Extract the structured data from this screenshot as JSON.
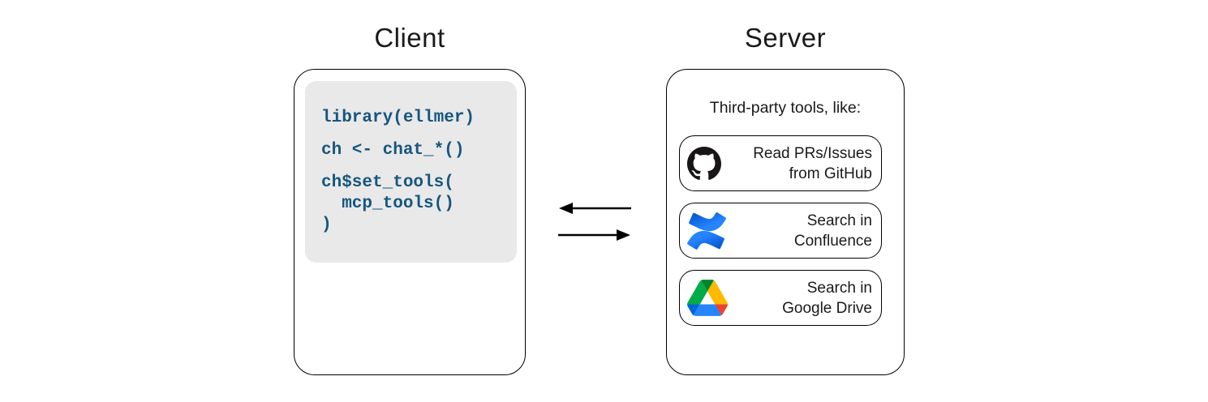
{
  "diagram": {
    "client": {
      "title": "Client",
      "code_blocks": [
        "library(ellmer)",
        "ch <- chat_*()",
        "ch$set_tools(\n  mcp_tools()\n)"
      ]
    },
    "server": {
      "title": "Server",
      "subtitle": "Third-party tools, like:",
      "tools": [
        {
          "icon": "github-icon",
          "line1": "Read PRs/Issues",
          "line2": "from GitHub"
        },
        {
          "icon": "confluence-icon",
          "line1": "Search in",
          "line2": "Confluence"
        },
        {
          "icon": "google-drive-icon",
          "line1": "Search in",
          "line2": "Google Drive"
        }
      ]
    },
    "arrows": {
      "top_direction": "left",
      "bottom_direction": "right"
    }
  },
  "colors": {
    "code_text": "#17567E",
    "code_panel_bg": "#E9E9E9",
    "box_border": "#000000",
    "text": "#1A1A1A",
    "arrow": "#000000",
    "github_black": "#171515",
    "confluence_blue_dark": "#0052CC",
    "confluence_blue_light": "#2684FF",
    "drive_blue_dark": "#0066DA",
    "drive_green": "#00AC47",
    "drive_red": "#EA4335",
    "drive_dark_green": "#00832D",
    "drive_blue": "#2684FC",
    "drive_yellow": "#FFBA00"
  }
}
